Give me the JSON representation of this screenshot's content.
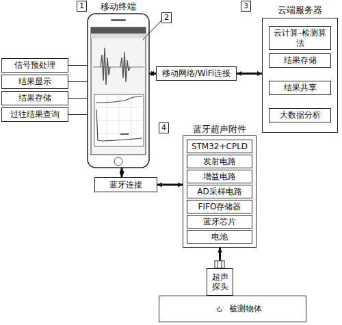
{
  "diagram": {
    "nodes": [
      {
        "text": [
          "移动终端"
        ]
      },
      {
        "text": [
          "信号预处理"
        ]
      },
      {
        "text": [
          "结果显示"
        ]
      },
      {
        "text": [
          "结果存储"
        ]
      },
      {
        "text": [
          "过往结果查询"
        ]
      },
      {
        "text": [
          "移动网络/WiFi连接"
        ]
      },
      {
        "text": [
          "云端服务器"
        ]
      },
      {
        "text": [
          "云计算-检测算法"
        ],
        "in": 6
      },
      {
        "text": [
          "结果存储"
        ],
        "in": 6
      },
      {
        "text": [
          "结果共享"
        ],
        "in": 6
      },
      {
        "text": [
          "大数据分析"
        ],
        "in": 6
      },
      {
        "text": [
          "蓝牙连接"
        ]
      },
      {
        "text": [
          "蓝牙超声附件"
        ]
      },
      {
        "text": [
          "STM32+CPLD"
        ],
        "in": 12
      },
      {
        "text": [
          "发射电路"
        ],
        "in": 12
      },
      {
        "text": [
          "增益电路"
        ],
        "in": 12
      },
      {
        "text": [
          "AD采样电路"
        ],
        "in": 12
      },
      {
        "text": [
          "FIFO存储器"
        ],
        "in": 12
      },
      {
        "text": [
          "蓝牙芯片"
        ],
        "in": 12
      },
      {
        "text": [
          "电池"
        ],
        "in": 12
      },
      {
        "text": [
          "超声探头"
        ]
      },
      {
        "text": [
          "被测物体"
        ]
      }
    ],
    "edges": [
      {
        "from": 1,
        "to": 0,
        "arrow": "none"
      },
      {
        "from": 2,
        "to": 0,
        "arrow": "none"
      },
      {
        "from": 3,
        "to": 0,
        "arrow": "none"
      },
      {
        "from": 4,
        "to": 0,
        "arrow": "none"
      },
      {
        "from": 0,
        "to": 5,
        "arrow": "both"
      },
      {
        "from": 5,
        "to": 6,
        "arrow": "both"
      },
      {
        "from": 0,
        "to": 11,
        "arrow": "both"
      },
      {
        "from": 11,
        "to": 12,
        "arrow": "both"
      },
      {
        "from": 12,
        "to": 20,
        "arrow": "both"
      }
    ],
    "labels": [
      "1",
      "2",
      "3",
      "4"
    ]
  }
}
